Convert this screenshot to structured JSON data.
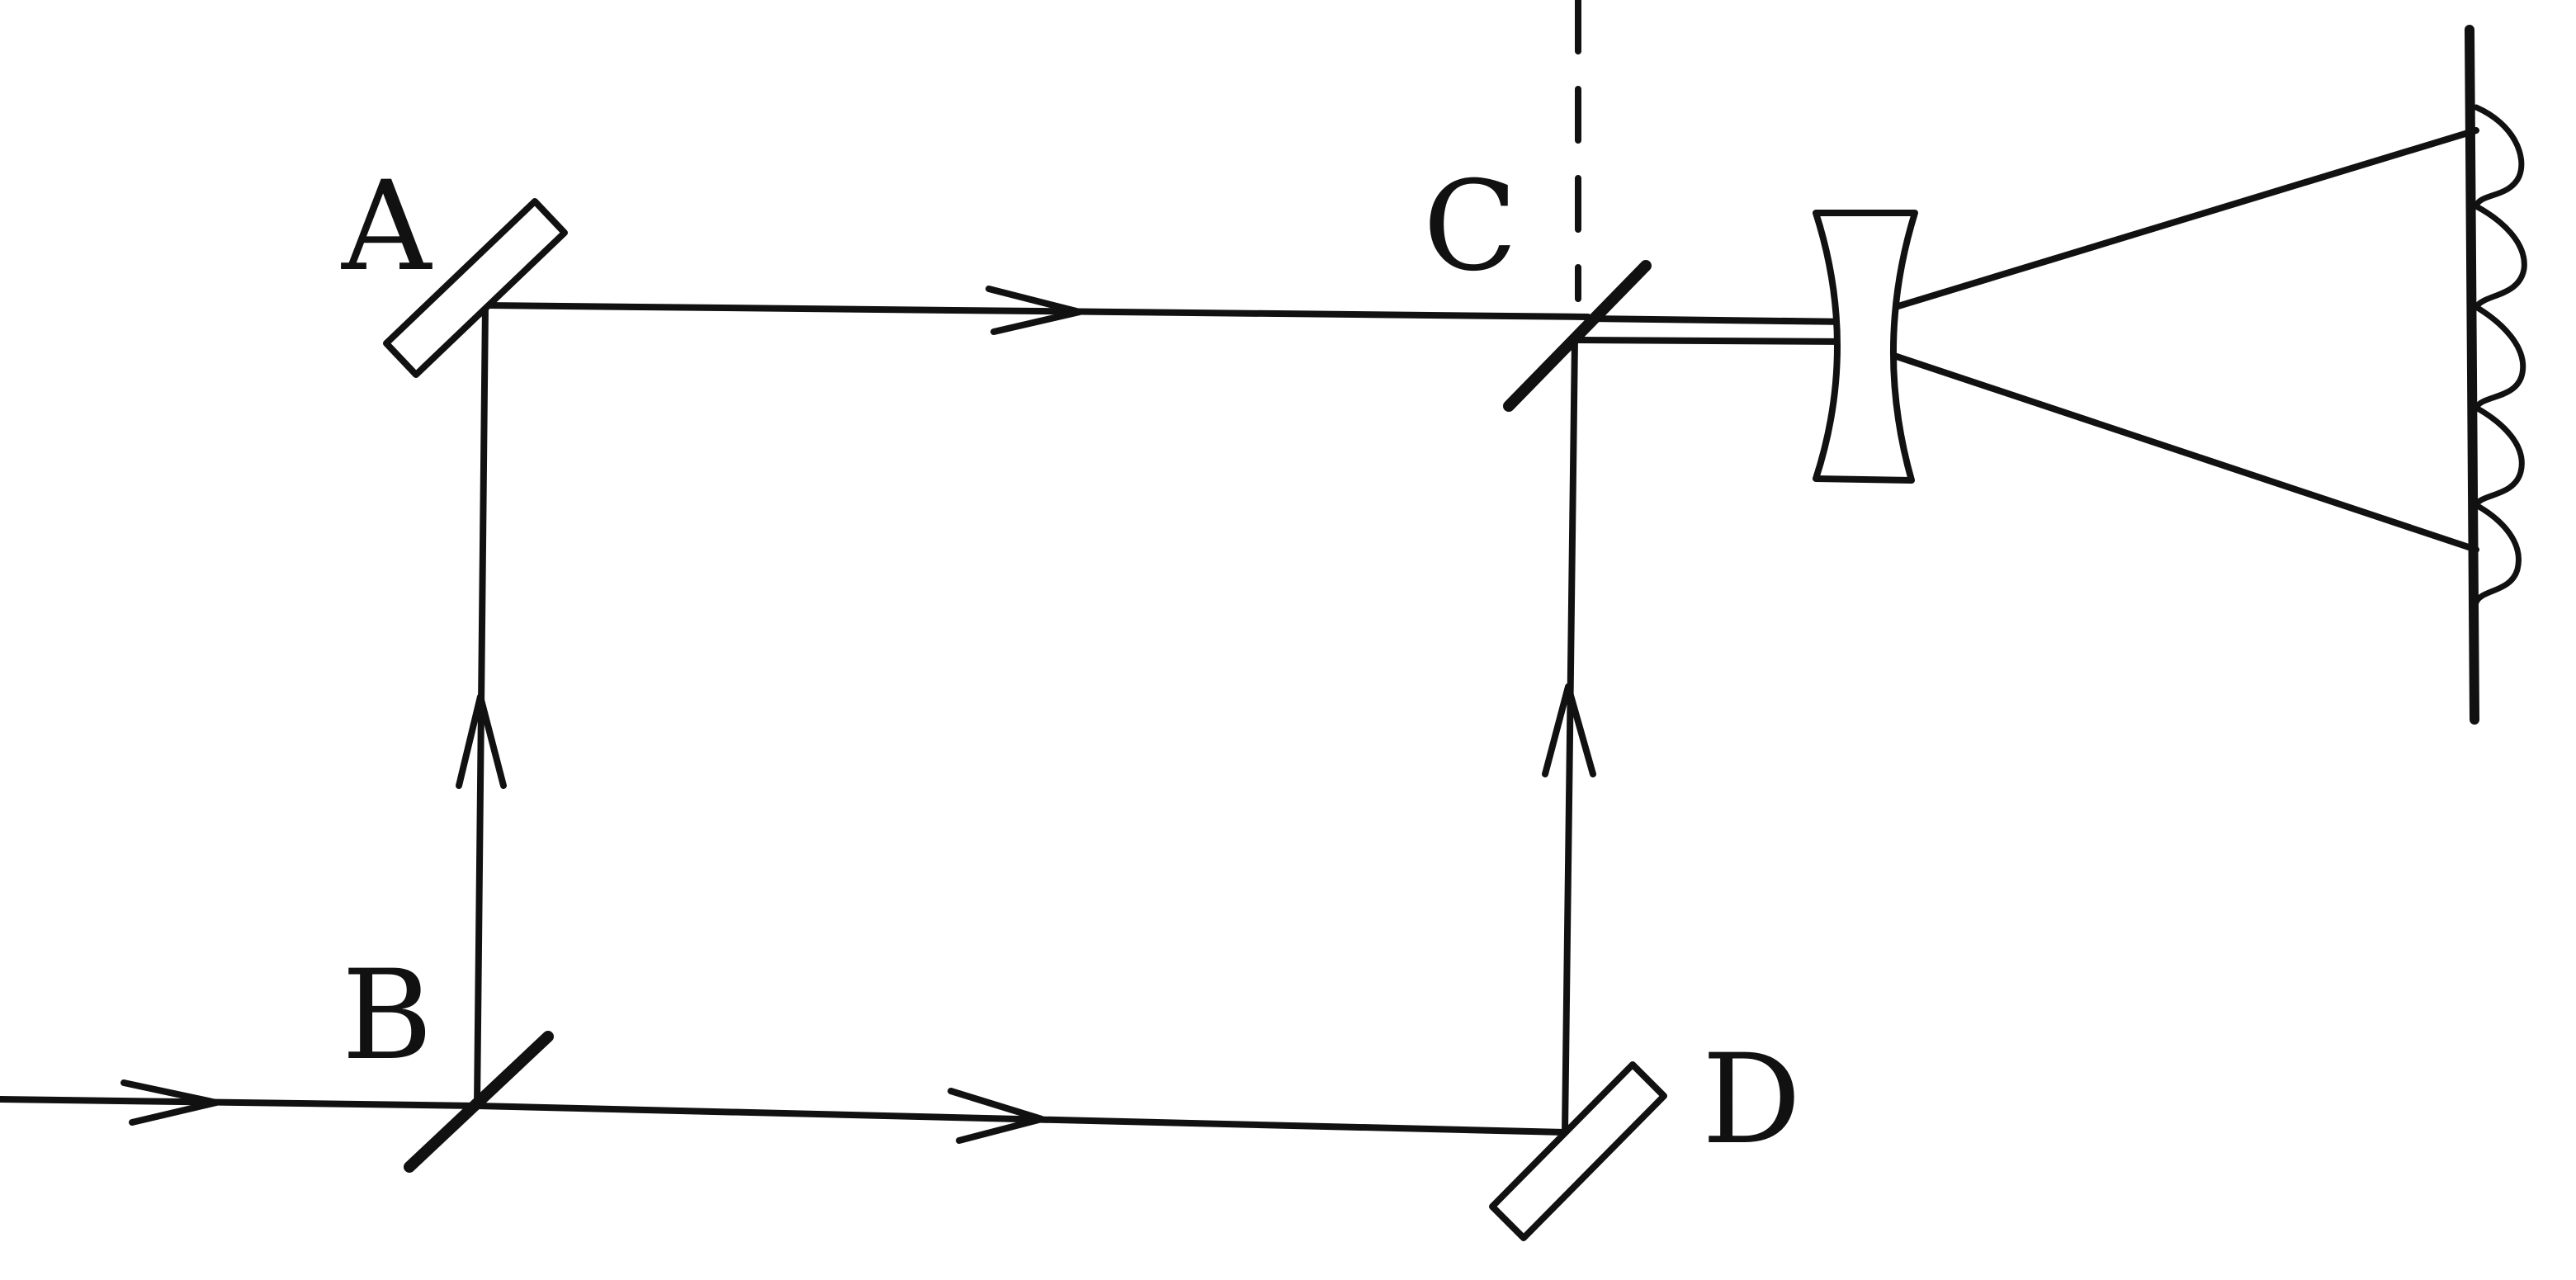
{
  "diagram": {
    "labels": {
      "a": "A",
      "b": "B",
      "c": "C",
      "d": "D"
    },
    "colors": {
      "ink": "#111111",
      "background": "#ffffff"
    }
  }
}
